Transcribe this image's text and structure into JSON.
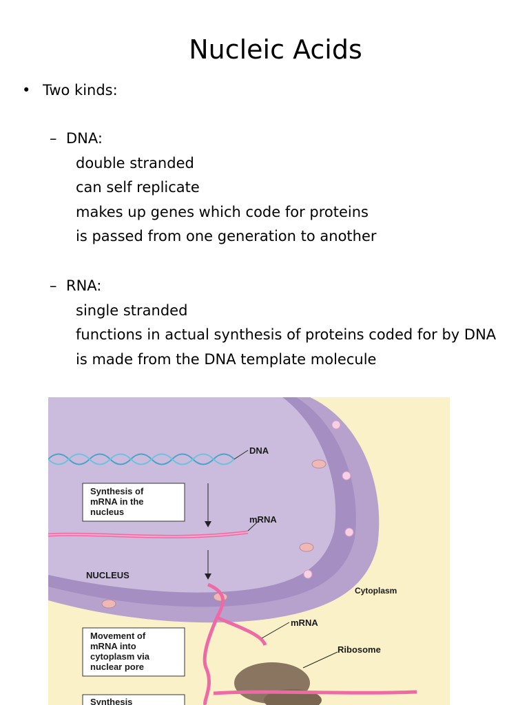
{
  "slide": {
    "title": "Nucleic Acids",
    "bullet": "Two kinds:",
    "sections": [
      {
        "heading": "DNA:",
        "lines": [
          "double stranded",
          "can self replicate",
          "makes up genes which code for proteins",
          "is passed from one generation to another"
        ]
      },
      {
        "heading": "RNA:",
        "lines": [
          "single stranded",
          "functions in actual synthesis of proteins coded for by DNA",
          "is made from the DNA template molecule"
        ]
      }
    ]
  },
  "figure": {
    "labels": {
      "dna": "DNA",
      "mrna_1": "mRNA",
      "nucleus": "NUCLEUS",
      "cytoplasm": "Cytoplasm",
      "mrna_2": "mRNA",
      "ribosome": "Ribosome"
    },
    "boxes": {
      "box1": [
        "Synthesis of",
        "mRNA in the",
        "nucleus"
      ],
      "box2": [
        "Movement of",
        "mRNA into",
        "cytoplasm via",
        "nuclear pore"
      ],
      "box3": [
        "Synthesis"
      ]
    },
    "colors": {
      "cytoplasm": "#fbf1c8",
      "nucleus_fill": "#c9b8da",
      "membrane": "#a990c2",
      "mrna": "#ee6aa7",
      "dna": "#4aa3c9",
      "ribosome": "#8a7660"
    }
  }
}
